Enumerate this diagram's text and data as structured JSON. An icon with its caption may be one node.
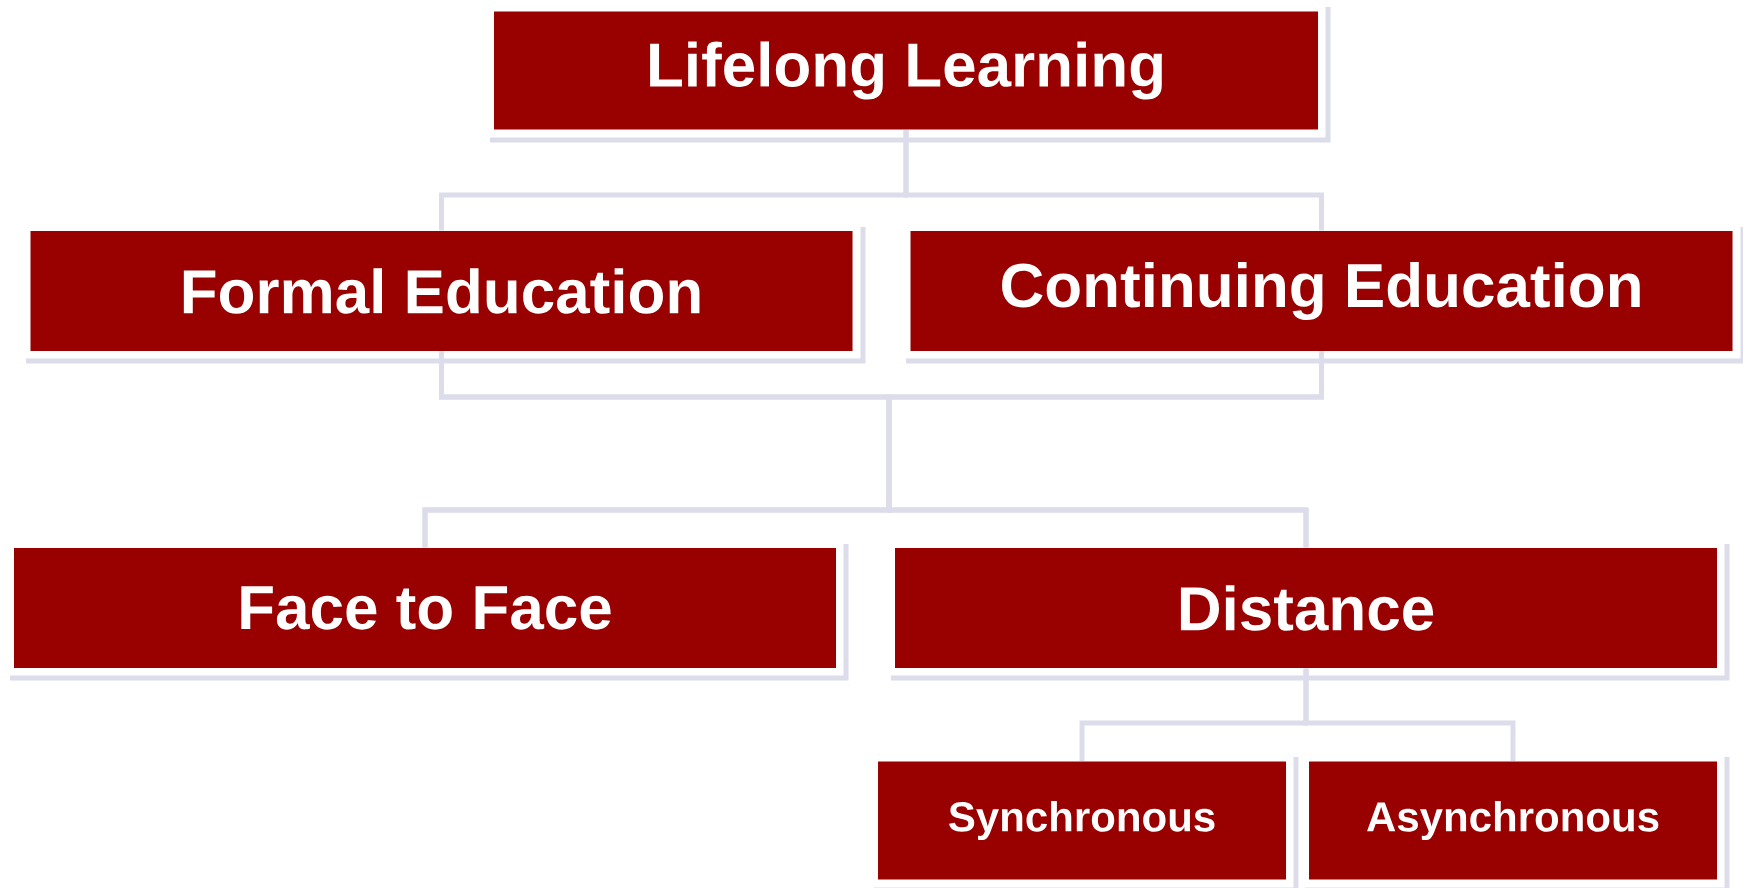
{
  "diagram": {
    "nodes": [
      {
        "text": [
          "Lifelong Learning"
        ]
      },
      {
        "text": [
          "Formal Education"
        ]
      },
      {
        "text": [
          "Continuing Education"
        ]
      },
      {
        "text": [
          "Face to Face"
        ]
      },
      {
        "text": [
          "Distance"
        ]
      },
      {
        "text": [
          "Synchronous"
        ]
      },
      {
        "text": [
          "Asynchronous"
        ]
      }
    ],
    "edges": [
      {
        "from": 0,
        "to": 1,
        "arrow": "none"
      },
      {
        "from": 0,
        "to": 2,
        "arrow": "none"
      },
      {
        "from": 1,
        "to": 3,
        "arrow": "none"
      },
      {
        "from": 1,
        "to": 4,
        "arrow": "none"
      },
      {
        "from": 2,
        "to": 3,
        "arrow": "none"
      },
      {
        "from": 2,
        "to": 4,
        "arrow": "none"
      },
      {
        "from": 4,
        "to": 5,
        "arrow": "none"
      },
      {
        "from": 4,
        "to": 6,
        "arrow": "none"
      }
    ]
  }
}
